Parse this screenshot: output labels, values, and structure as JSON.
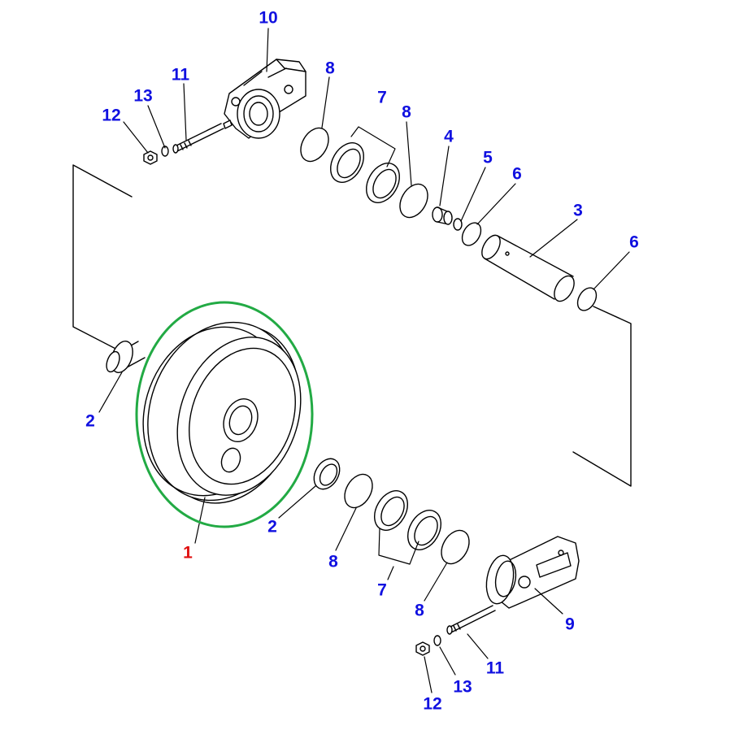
{
  "colors": {
    "label": "#1010e0",
    "highlight_label": "#e01010",
    "highlight_ring": "#22aa44",
    "line": "#000000"
  },
  "labels": {
    "l1": "1",
    "l2a": "2",
    "l2b": "2",
    "l3": "3",
    "l4": "4",
    "l5": "5",
    "l6a": "6",
    "l6b": "6",
    "l7a": "7",
    "l7b": "7",
    "l8a": "8",
    "l8b": "8",
    "l8c": "8",
    "l8d": "8",
    "l9": "9",
    "l10": "10",
    "l11a": "11",
    "l11b": "11",
    "l12a": "12",
    "l12b": "12",
    "l13a": "13",
    "l13b": "13"
  },
  "highlighted_part": "1"
}
